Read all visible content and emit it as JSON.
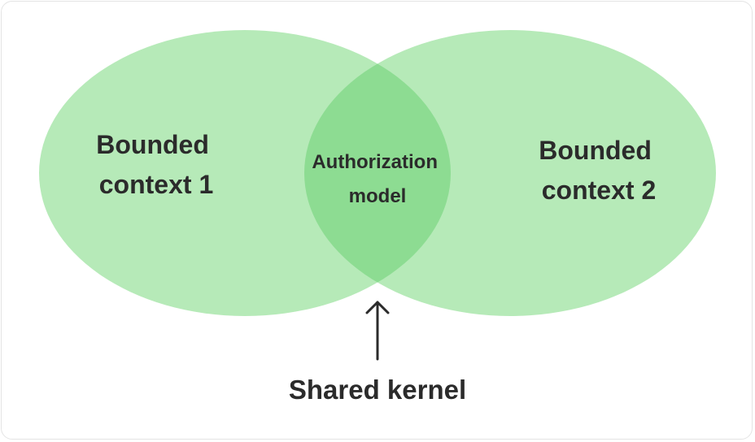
{
  "diagram": {
    "left_circle": {
      "line1": "Bounded",
      "line2": "context 1"
    },
    "right_circle": {
      "line1": "Bounded",
      "line2": "context 2"
    },
    "overlap": {
      "line1": "Authorization",
      "line2": "model"
    },
    "pointer": {
      "label": "Shared kernel"
    },
    "colors": {
      "circle_fill": "#8fdc95",
      "overlap_fill": "#8ddc92",
      "text": "#2b2b2b",
      "arrow": "#2b2b2b"
    }
  }
}
